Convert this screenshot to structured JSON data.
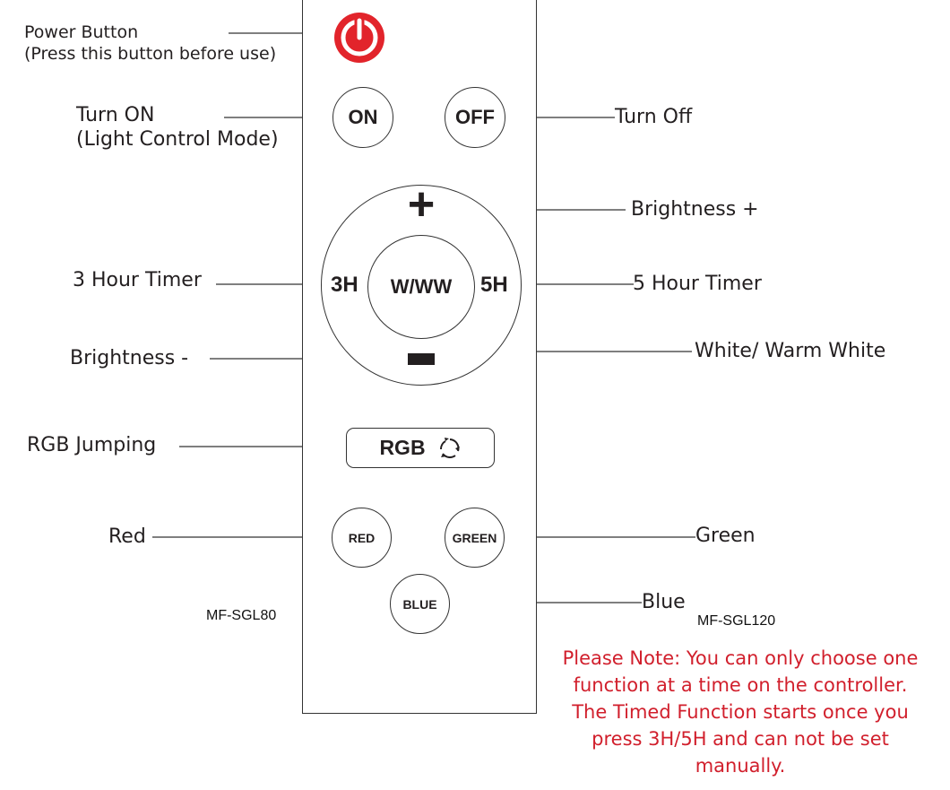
{
  "buttons": {
    "on": "ON",
    "off": "OFF",
    "plus": "+",
    "minus": "−",
    "h3": "3H",
    "h5": "5H",
    "www": "W/WW",
    "rgb": "RGB",
    "red": "RED",
    "green": "GREEN",
    "blue": "BLUE"
  },
  "labels": {
    "power_line1": "Power Button",
    "power_line2": "(Press this button before use)",
    "turn_on_line1": "Turn ON",
    "turn_on_line2": "(Light Control Mode)",
    "turn_off": "Turn Off",
    "brightness_plus": "Brightness +",
    "timer_3h": "3 Hour Timer",
    "timer_5h": "5 Hour Timer",
    "brightness_minus": "Brightness -",
    "white_warm": "White/ Warm White",
    "rgb_jumping": "RGB Jumping",
    "red": "Red",
    "green": "Green",
    "blue": "Blue"
  },
  "models": {
    "left": "MF-SGL80",
    "right": "MF-SGL120"
  },
  "note": {
    "line1": "Please Note: You can only choose one",
    "line2": "function at a time on the controller.",
    "line3": "The Timed Function starts once you",
    "line4": "press 3H/5H and can not be set",
    "line5": "manually."
  },
  "colors": {
    "power": "#e2242b",
    "note": "#d11f2c",
    "ink": "#231f20"
  },
  "icons": {
    "power": "power-icon",
    "rgb_cycle": "cycle-arrows-icon"
  }
}
